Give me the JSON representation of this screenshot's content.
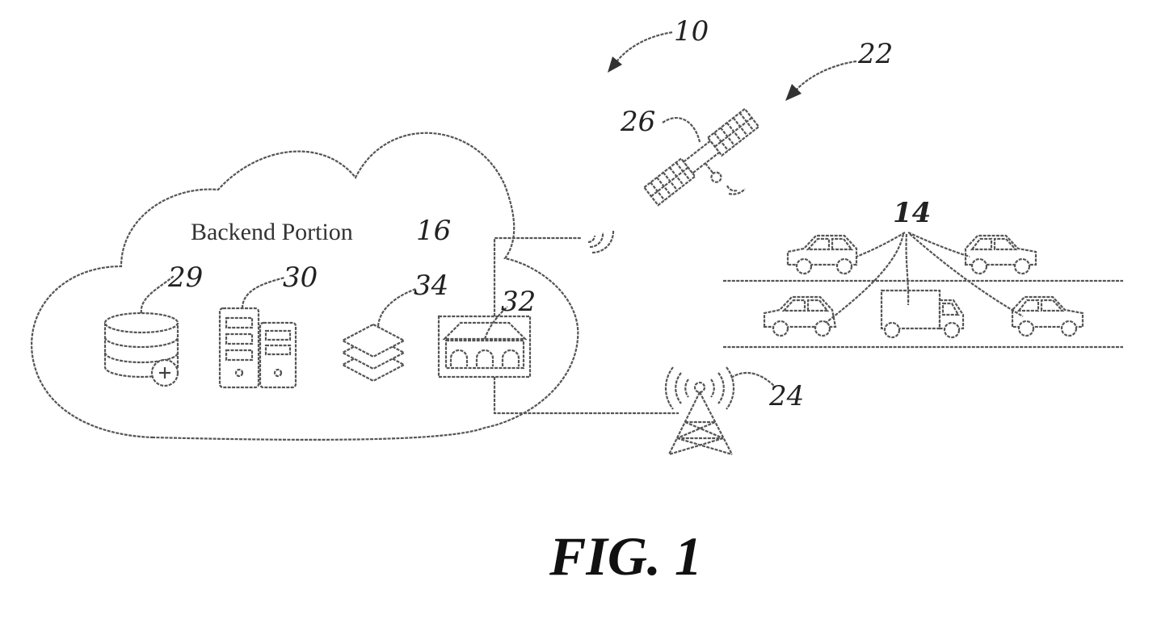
{
  "figure": {
    "title": "FIG. 1",
    "system_ref": "10",
    "positioning_ref": "22",
    "satellite_ref": "26",
    "tower_ref": "24",
    "vehicles_ref": "14"
  },
  "backend": {
    "label": "Backend Portion",
    "ref": "16",
    "database_ref": "29",
    "servers_ref": "30",
    "layers_ref": "34",
    "gateway_ref": "32"
  }
}
